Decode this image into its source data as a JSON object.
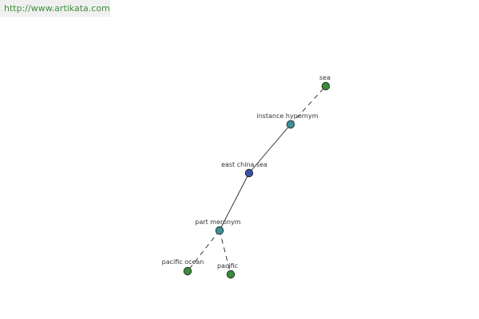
{
  "banner": {
    "url": "http://www.artikata.com"
  },
  "graph": {
    "center": "east china sea",
    "nodes": [
      {
        "id": "sea",
        "label": "sea",
        "kind": "word",
        "color": "#3c8a3c"
      },
      {
        "id": "instance-hypernym",
        "label": "instance hypernym",
        "kind": "relation",
        "color": "#3f9095"
      },
      {
        "id": "east-china-sea",
        "label": "east china sea",
        "kind": "center",
        "color": "#3c4fa0"
      },
      {
        "id": "part-meronym",
        "label": "part meronym",
        "kind": "relation",
        "color": "#3f9095"
      },
      {
        "id": "pacific-ocean",
        "label": "pacific ocean",
        "kind": "word",
        "color": "#3c8a3c"
      },
      {
        "id": "pacific",
        "label": "pacific",
        "kind": "word",
        "color": "#3c8a3c"
      }
    ],
    "edges": [
      {
        "from": "instance-hypernym",
        "to": "sea",
        "style": "dashed"
      },
      {
        "from": "east-china-sea",
        "to": "instance-hypernym",
        "style": "solid"
      },
      {
        "from": "east-china-sea",
        "to": "part-meronym",
        "style": "solid"
      },
      {
        "from": "part-meronym",
        "to": "pacific-ocean",
        "style": "dashed"
      },
      {
        "from": "part-meronym",
        "to": "pacific",
        "style": "dashed"
      }
    ]
  }
}
